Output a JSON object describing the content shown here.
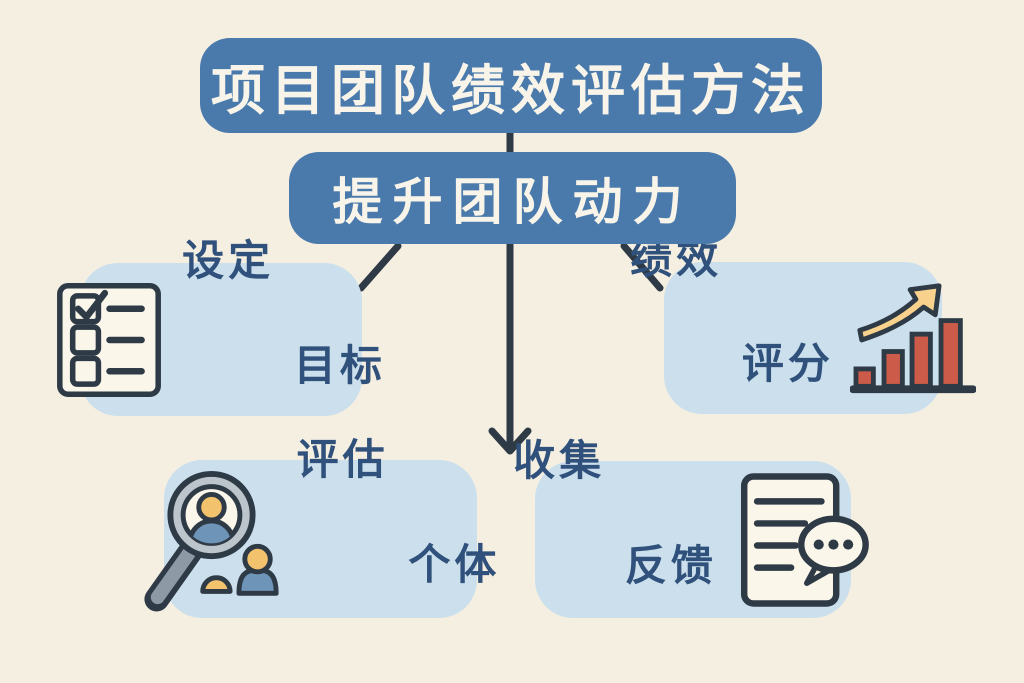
{
  "title": "项目团队绩效评估方法",
  "subtitle": "提升团队动力",
  "nodes": [
    {
      "id": "set-goals",
      "line1": "设定",
      "line2": "目标",
      "icon": "checklist-icon"
    },
    {
      "id": "performance-rating",
      "line1": "绩效",
      "line2": "评分",
      "icon": "rising-bar-chart-icon"
    },
    {
      "id": "assess-individuals",
      "line1": "评估",
      "line2": "个体",
      "icon": "magnifier-people-icon"
    },
    {
      "id": "collect-feedback",
      "line1": "收集",
      "line2": "反馈",
      "icon": "document-chat-icon"
    }
  ],
  "colors": {
    "background": "#f5efe2",
    "banner_blue": "#4a7aac",
    "node_light_blue": "#cbdfec",
    "text_navy": "#30517b",
    "text_white": "#f8f4e9",
    "outline_dark": "#2e3a46",
    "bar_red": "#cc5b49",
    "arrow_yellow": "#f8d18c",
    "head_orange": "#f3c26d",
    "body_blue": "#6e94b7",
    "magnifier_gray": "#bcc5cc",
    "icon_paper_cream": "#fbf6ea"
  }
}
